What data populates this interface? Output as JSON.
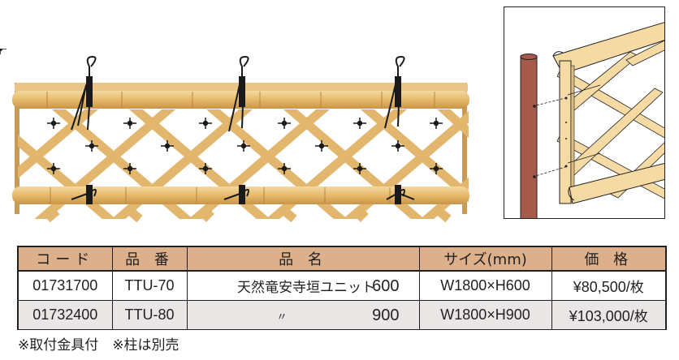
{
  "product_photo": {
    "alt": "天然竜安寺垣ユニット bamboo lattice fence panel"
  },
  "install_diagram": {
    "alt": "Mounting illustration: fence panel attached to post with screws"
  },
  "table": {
    "headers": {
      "code": "コード",
      "part_no": "品 番",
      "name": "品 名",
      "size": "サイズ(mm)",
      "price": "価 格"
    },
    "rows": [
      {
        "code": "01731700",
        "part_no": "TTU-70",
        "name": "天然竜安寺垣ユニット",
        "height": "600",
        "size": "W1800×H600",
        "price": "¥80,500/",
        "unit": "枚"
      },
      {
        "code": "01732400",
        "part_no": "TTU-80",
        "name": "〃",
        "height": "900",
        "size": "W1800×H900",
        "price": "¥103,000/",
        "unit": "枚"
      }
    ]
  },
  "notes": "※取付金具付　※柱は別売",
  "colors": {
    "header_bg": "#dcb08a",
    "alt_row_bg": "#e8e7e6",
    "post": "#a65a4a",
    "bamboo": "#f5dba3"
  }
}
